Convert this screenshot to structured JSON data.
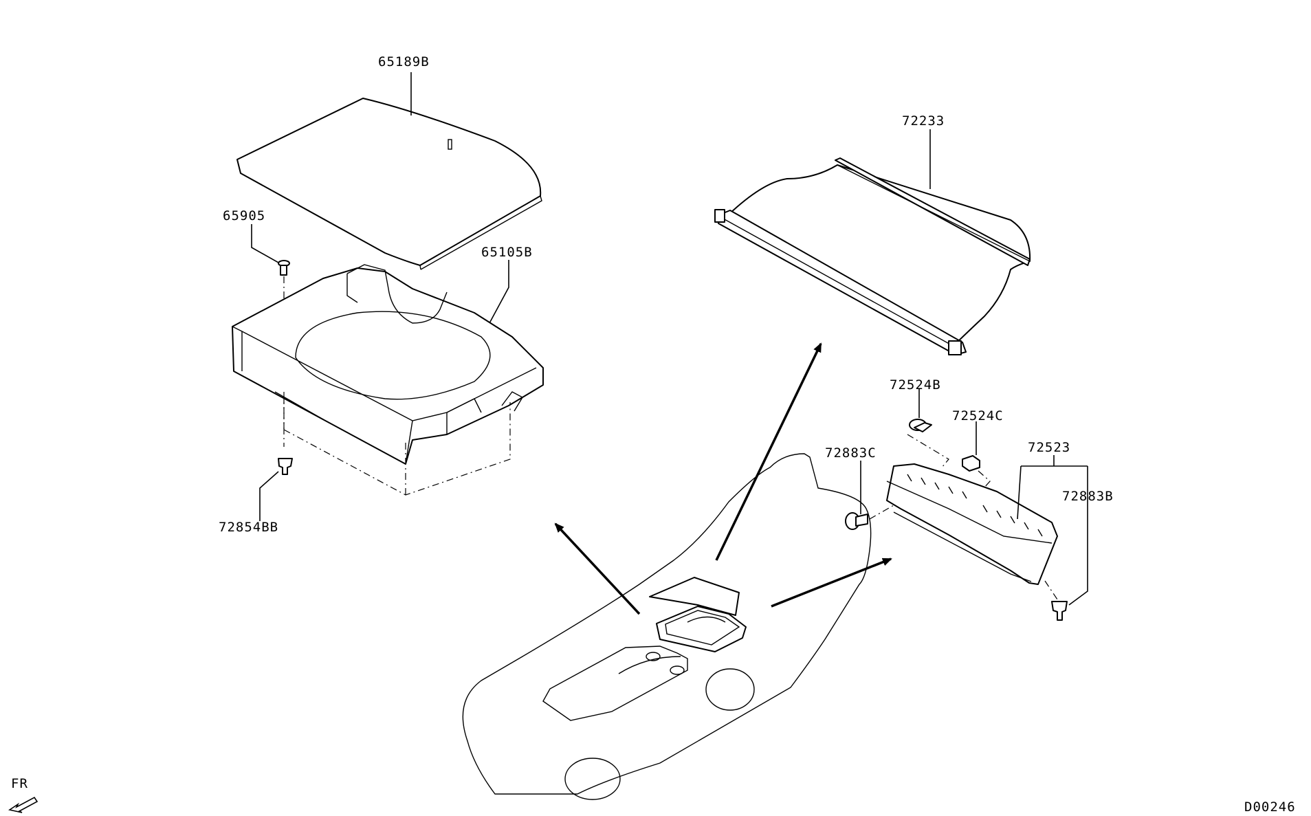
{
  "labels": {
    "p65189b": "65189B",
    "p65905": "65905",
    "p65105b": "65105B",
    "p72854bb": "72854BB",
    "p72233": "72233",
    "p72524b": "72524B",
    "p72524c": "72524C",
    "p72883c": "72883C",
    "p72523": "72523",
    "p72883b": "72883B"
  },
  "direction": "FR",
  "diagram_code": "D00246"
}
